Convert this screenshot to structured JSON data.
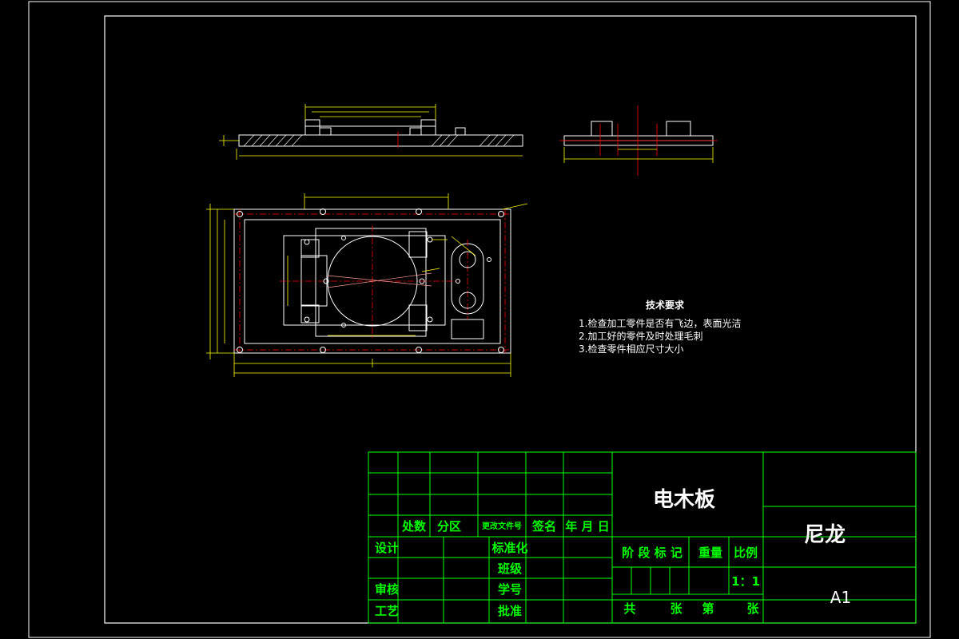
{
  "drawing": {
    "technical_requirements": {
      "title": "技术要求",
      "items": [
        "1.检查加工零件是否有飞边，表面光洁",
        "2.加工好的零件及时处理毛刺",
        "3.检查零件相应尺寸大小"
      ]
    }
  },
  "title_block": {
    "part_name": "电木板",
    "material": "尼龙",
    "sheet_size": "A1",
    "scale": "1：1",
    "revision_header": {
      "count": "处数",
      "zone": "分区",
      "change_doc": "更改文件号",
      "signature": "签名",
      "date": "年 月 日"
    },
    "roles": {
      "design": "设计",
      "review": "审核",
      "process": "工艺",
      "standardization": "标准化",
      "class": "班级",
      "student_no": "学号",
      "approval": "批准"
    },
    "stage_labels": {
      "stage_mark": "阶 段 标 记",
      "weight": "重量",
      "scale_label": "比例"
    },
    "sheet_count": {
      "total": "共",
      "sheets_a": "张",
      "number": "第",
      "sheets_b": "张"
    }
  },
  "colors": {
    "background": "#000000",
    "frame": "#ffffff",
    "table_lines": "#00ff00",
    "geometry": "#ffffff",
    "centerlines": "#ff0000",
    "dimensions": "#ffff00",
    "annotations": "#ffffff"
  }
}
